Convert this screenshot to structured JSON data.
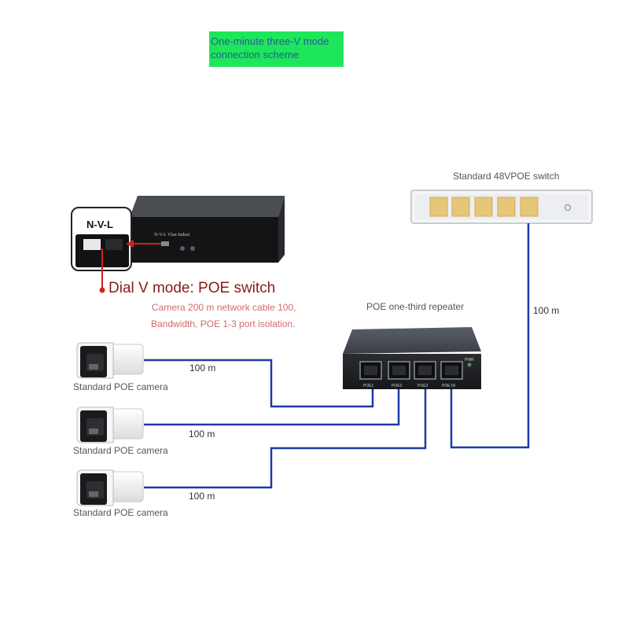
{
  "banner": {
    "line1": "One-minute three-V mode",
    "line2": "connection scheme"
  },
  "switch48": {
    "label": "Standard 48VPOE switch"
  },
  "dial": {
    "zoom_label": "N-V-L",
    "device_label": "N-V-L  Vlan Indust",
    "title": "Dial V mode: POE switch",
    "note1": "Camera 200 m network cable 100,",
    "note2": "Bandwidth, POE 1-3 port isolation."
  },
  "repeater": {
    "label": "POE one-third repeater",
    "pwr": "PWR",
    "ports": [
      "POE1",
      "POE2",
      "POE3",
      "POE IN"
    ]
  },
  "uplink": {
    "label": "100 m"
  },
  "cameras": [
    {
      "label": "Standard POE camera",
      "cable": "100 m"
    },
    {
      "label": "Standard POE camera",
      "cable": "100 m"
    },
    {
      "label": "Standard POE camera",
      "cable": "100 m"
    }
  ],
  "colors": {
    "cable": "#1c3aa8",
    "banner": "#1ee65a",
    "accent_red": "#d42020",
    "title_red": "#8b1a1a"
  }
}
